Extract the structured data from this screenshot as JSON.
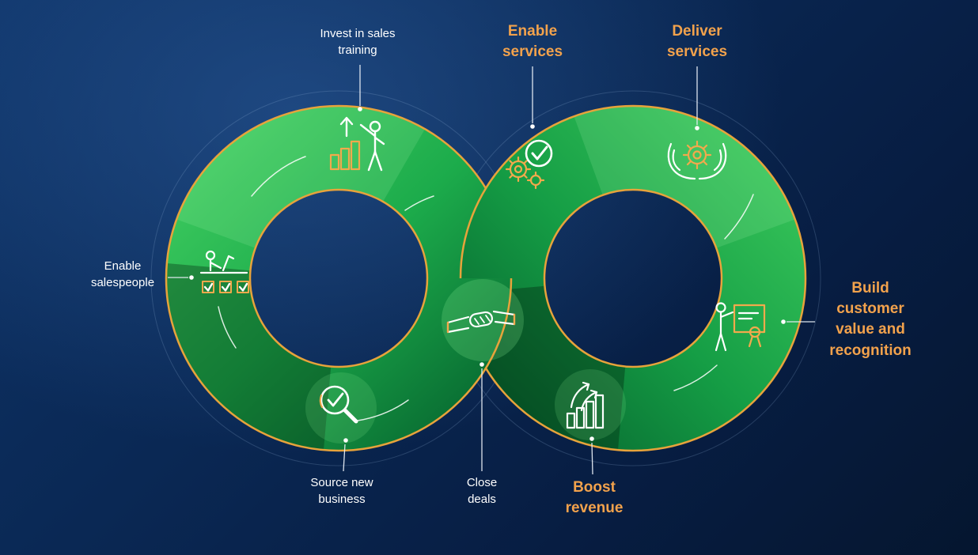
{
  "diagram": {
    "type": "infinity-loop-cycle",
    "nodes": [
      {
        "id": "invest-in-sales-training",
        "label": "Invest in sales training",
        "style": "white",
        "icon": "growth-chart-person-icon"
      },
      {
        "id": "enable-services",
        "label": "Enable services",
        "style": "orange",
        "icon": "gear-check-icon"
      },
      {
        "id": "deliver-services",
        "label": "Deliver services",
        "style": "orange",
        "icon": "hands-holding-gear-icon"
      },
      {
        "id": "enable-salespeople",
        "label": "Enable salespeople",
        "style": "white",
        "icon": "salesperson-checklist-icon"
      },
      {
        "id": "build-customer-value",
        "label": "Build customer value and recognition",
        "style": "orange",
        "icon": "presenter-certificate-icon"
      },
      {
        "id": "source-new-business",
        "label": "Source new business",
        "style": "white",
        "icon": "magnifier-check-icon"
      },
      {
        "id": "close-deals",
        "label": "Close deals",
        "style": "white",
        "icon": "handshake-icon"
      },
      {
        "id": "boost-revenue",
        "label": "Boost revenue",
        "style": "orange",
        "icon": "revenue-growth-icon"
      }
    ],
    "colors": {
      "background_navy": "#0A2854",
      "ring_green_light": "#3ECB5F",
      "ring_green_dark": "#076630",
      "ring_edge_gold": "#E7A33B",
      "label_white": "#FFFFFF",
      "label_orange": "#F2A24C"
    }
  }
}
